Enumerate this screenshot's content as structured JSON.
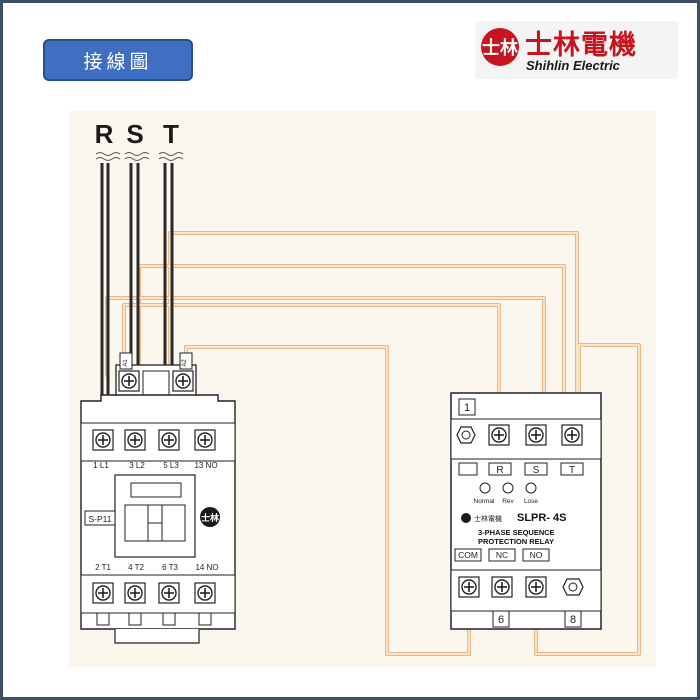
{
  "header": {
    "title": "接線圖"
  },
  "brand": {
    "mark": "士林",
    "name_cn": "士林電機",
    "name_en": "Shihlin Electric",
    "color": "#c8141e"
  },
  "phases": [
    "R",
    "S",
    "T"
  ],
  "contactor": {
    "model": "S-P11",
    "coil_terminals": [
      "A1",
      "A2"
    ],
    "top_terminals": [
      "1 L1",
      "3 L2",
      "5 L3",
      "13 NO"
    ],
    "bottom_terminals": [
      "2 T1",
      "4 T2",
      "6 T3",
      "14 NO"
    ]
  },
  "relay": {
    "model": "SLPR- 4S",
    "desc_line1": "3-PHASE SEQUENCE",
    "desc_line2": "PROTECTION RELAY",
    "brand_text": "士林電機",
    "top_pin": "1",
    "input_labels": [
      "R",
      "S",
      "T"
    ],
    "leds": [
      "Normal",
      "Rev",
      "Lose"
    ],
    "output_labels": [
      "COM",
      "NC",
      "NO"
    ],
    "bottom_pins": [
      "6",
      "8"
    ]
  },
  "colors": {
    "wire": "#e8b987",
    "wire_core": "#fff3e3",
    "cable": "#2a2a2a",
    "badge": "#3f6fc3",
    "frame": "#3d4f66"
  }
}
